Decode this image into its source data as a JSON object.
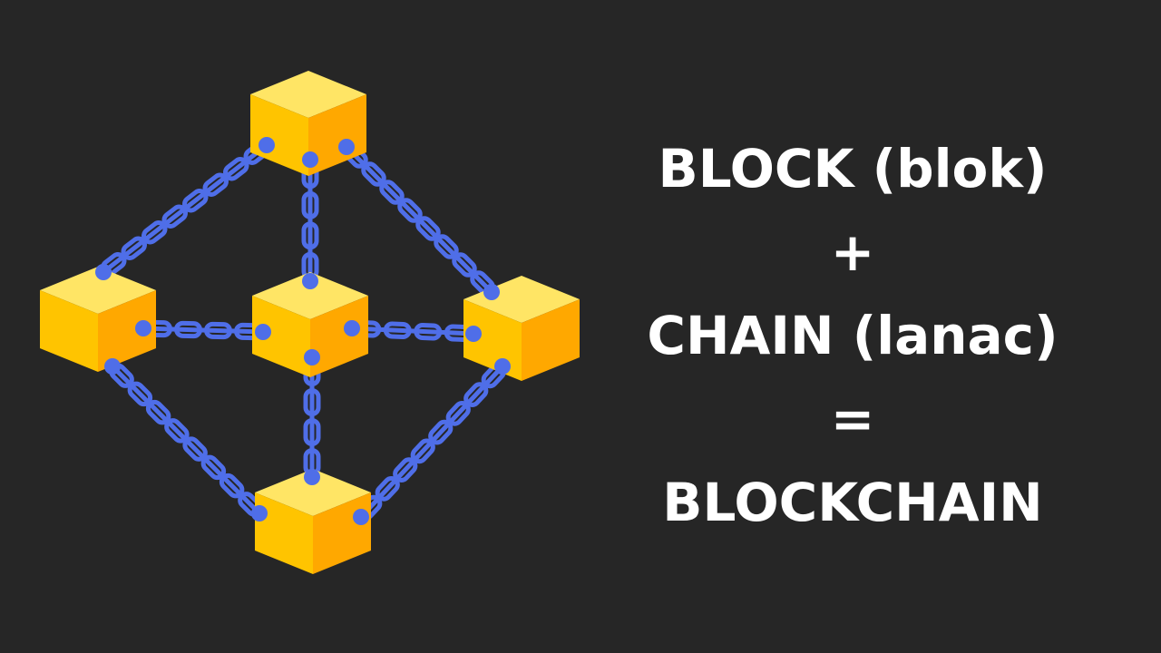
{
  "equation": {
    "line1": "BLOCK (blok)",
    "line2": "+",
    "line3": "CHAIN (lanac)",
    "line4": "=",
    "line5": "BLOCKCHAIN"
  },
  "colors": {
    "background": "#262626",
    "cube_top": "#FFE565",
    "cube_left": "#FFC400",
    "cube_right": "#FFA800",
    "chain": "#4F6EE8",
    "text": "#FFFFFF"
  },
  "diagram": {
    "nodes": [
      "top",
      "left",
      "center",
      "right",
      "bottom"
    ],
    "links": [
      [
        "top",
        "left"
      ],
      [
        "top",
        "center"
      ],
      [
        "top",
        "right"
      ],
      [
        "left",
        "center"
      ],
      [
        "center",
        "right"
      ],
      [
        "left",
        "bottom"
      ],
      [
        "center",
        "bottom"
      ],
      [
        "right",
        "bottom"
      ]
    ]
  }
}
